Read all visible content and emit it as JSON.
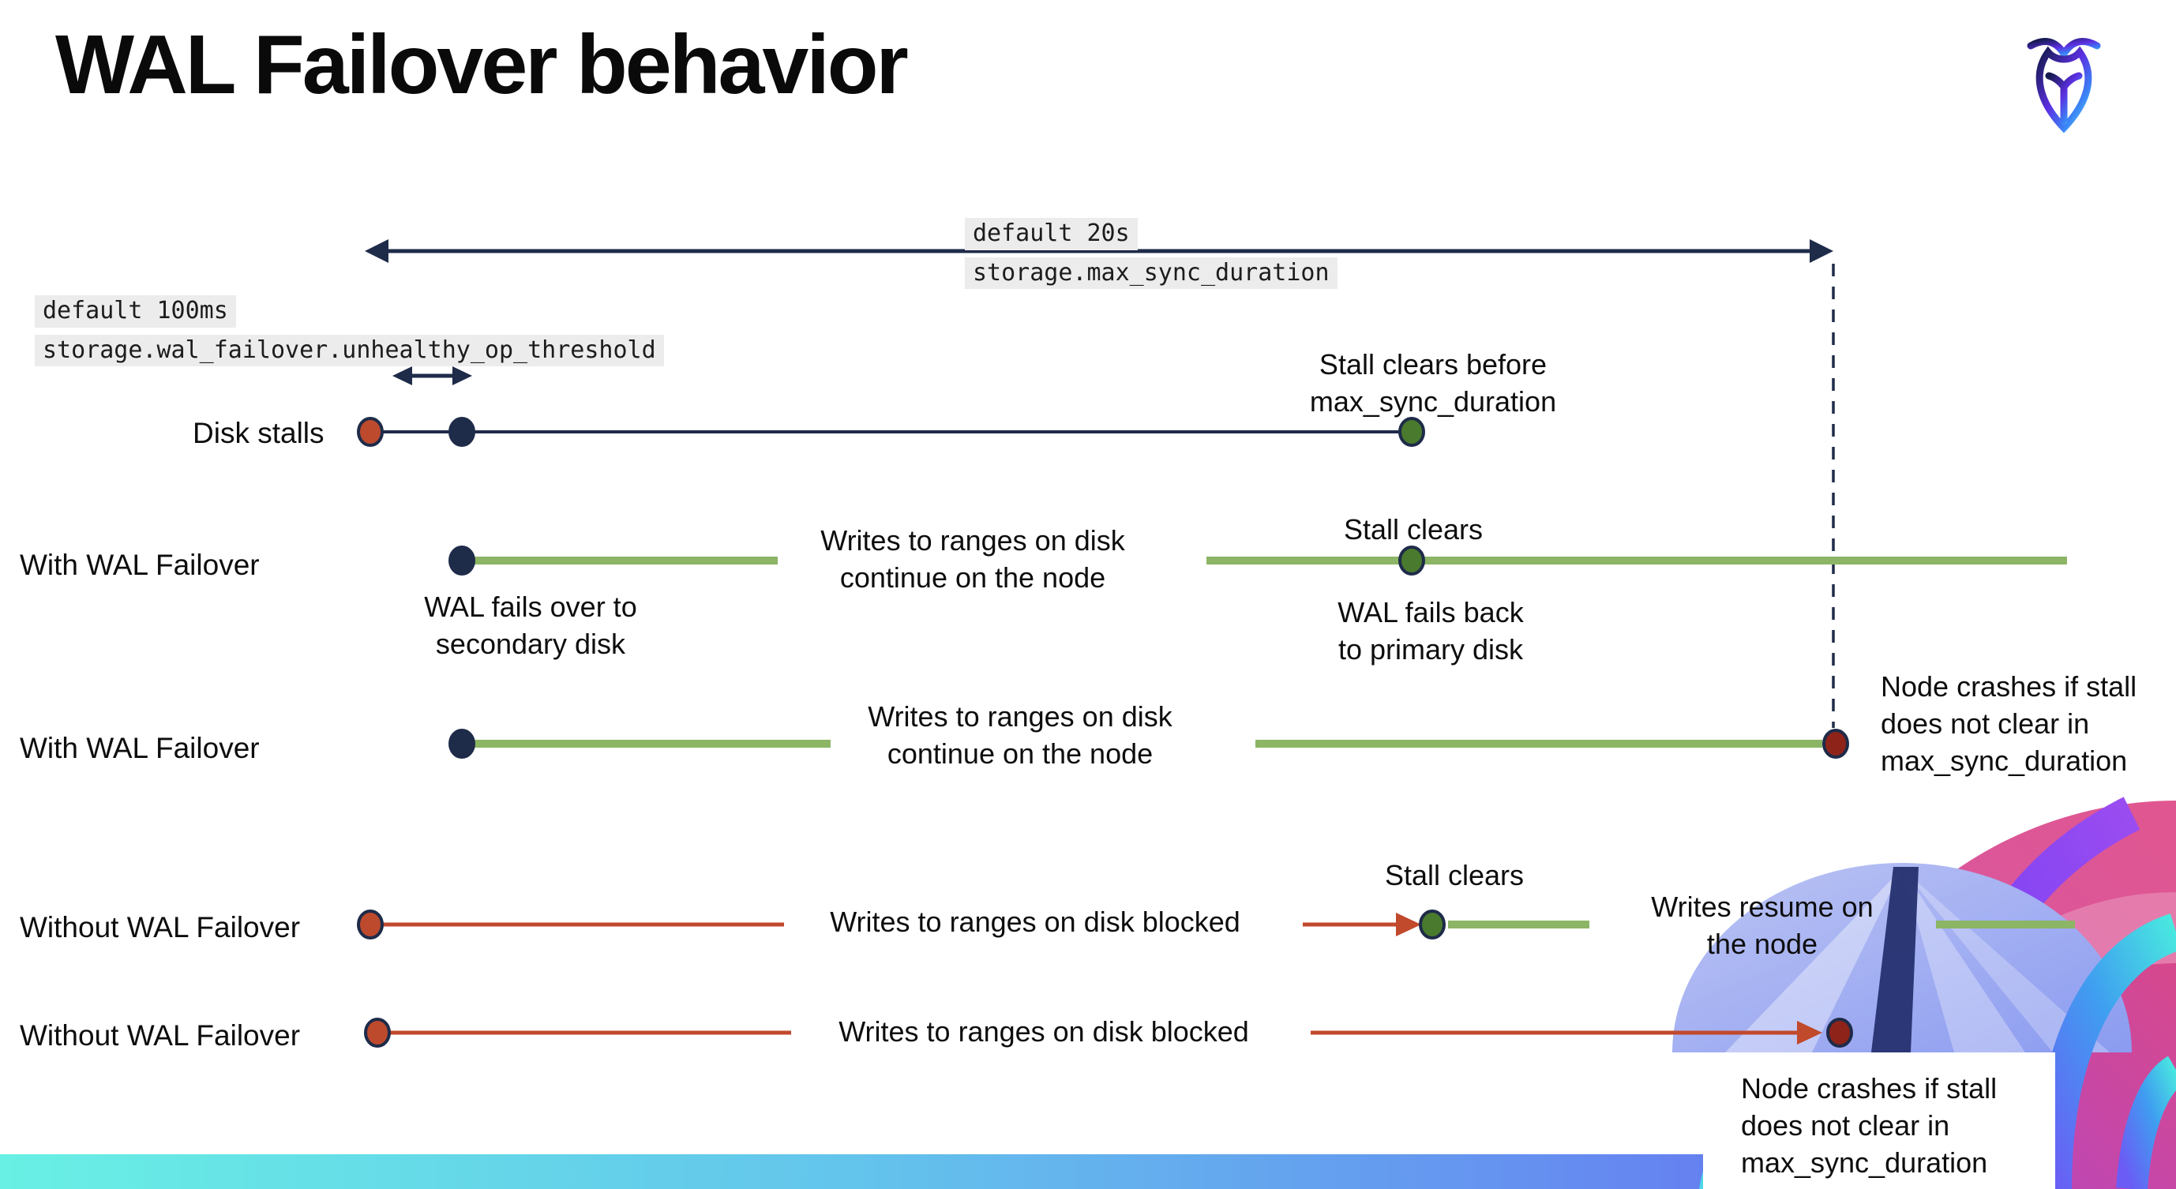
{
  "slide": {
    "title": "WAL Failover behavior"
  },
  "settings": {
    "max_sync_duration": {
      "default_label": "default 20s",
      "setting_name": "storage.max_sync_duration"
    },
    "unhealthy_op_threshold": {
      "default_label": "default 100ms",
      "setting_name": "storage.wal_failover.unhealthy_op_threshold"
    }
  },
  "rows": {
    "disk_stalls": {
      "label": "Disk stalls",
      "stall_clears_note": "Stall clears before\nmax_sync_duration"
    },
    "with_wal_failover_1": {
      "label": "With WAL Failover",
      "failover_note": "WAL fails over to\nsecondary disk",
      "writes_note": "Writes to ranges on disk\ncontinue on the node",
      "stall_clears_note": "Stall clears",
      "failback_note": "WAL fails  back\nto primary disk"
    },
    "with_wal_failover_2": {
      "label": "With WAL Failover",
      "writes_note": "Writes to ranges on disk\ncontinue on the node",
      "crash_note": "Node crashes if stall\ndoes not clear in\nmax_sync_duration"
    },
    "without_wal_failover_1": {
      "label": "Without WAL Failover",
      "blocked_note": "Writes to ranges on disk  blocked",
      "stall_clears_note": "Stall clears",
      "resume_note": "Writes resume on\nthe node"
    },
    "without_wal_failover_2": {
      "label": "Without WAL Failover",
      "blocked_note": "Writes to ranges on disk  blocked",
      "crash_note": "Node crashes if stall\ndoes not clear in\nmax_sync_duration"
    }
  },
  "colors": {
    "navy": "#1e2b49",
    "red_line": "#c1492c",
    "red_dot": "#bd4a2d",
    "dark_red": "#8e231a",
    "green_line": "#8cb565",
    "green_dot": "#4a7a2d",
    "label_bg": "#ececec",
    "bar_1": "#68f0e4",
    "bar_2": "#63c3ec",
    "bar_3": "#6591f0",
    "bar_4": "#6456f2",
    "brand_pink": "#d9579f",
    "brand_magenta": "#c93d8e",
    "brand_purple": "#7a3df2",
    "brand_cyan": "#49e0e8",
    "brand_blue": "#3f7ef0",
    "brand_periwinkle": "#9aa8ec"
  }
}
